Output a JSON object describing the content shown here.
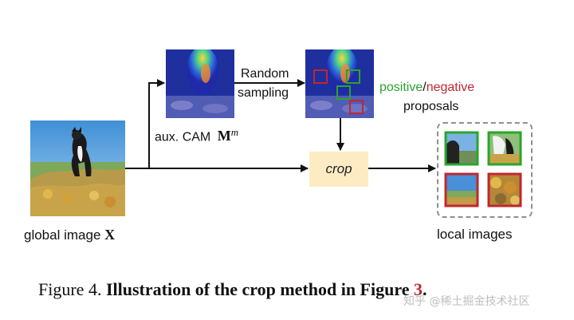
{
  "labels": {
    "global_image": "global image",
    "global_image_symbol": "X",
    "aux_cam": "aux. CAM",
    "aux_cam_symbol": "M",
    "aux_cam_superscript": "m",
    "random": "Random",
    "sampling": "sampling",
    "positive": "positive",
    "slash": "/",
    "negative": "negative",
    "proposals": "proposals",
    "crop": "crop",
    "local_images": "local images"
  },
  "caption": {
    "prefix": "Figure 4.",
    "text": "Illustration of the crop method in Figure",
    "ref": "3",
    "end": "."
  },
  "watermark": "知乎 @稀土掘金技术社区",
  "colors": {
    "positive": "#2aa52a",
    "negative": "#c0272d",
    "crop_fill": "#fdebc4",
    "ref": "#c0272d"
  }
}
